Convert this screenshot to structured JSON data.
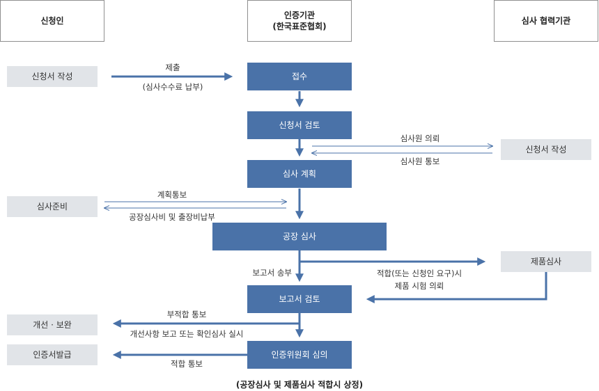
{
  "headers": {
    "applicant": "신청인",
    "certifier_line1": "인증기관",
    "certifier_line2": "(한국표준협회)",
    "partner": "심사 협력기관"
  },
  "applicant_boxes": {
    "write_application": "신청서 작성",
    "audit_prep": "심사준비",
    "improvement": "개선 · 보완",
    "certificate_issue": "인증서발급"
  },
  "process_steps": {
    "receipt": "접수",
    "application_review": "신청서 검토",
    "audit_plan": "심사 계획",
    "factory_audit": "공장 심사",
    "report_review": "보고서 검토",
    "committee_review": "인증위원회 심의"
  },
  "partner_boxes": {
    "write_application": "신청서 작성",
    "product_audit": "제품심사"
  },
  "flow_labels": {
    "submit": "제출",
    "fee_payment": "(심사수수료 납부)",
    "auditor_request": "심사원 의뢰",
    "auditor_notice": "심사원 통보",
    "plan_notice": "계획통보",
    "expense_payment": "공장심사비 및 출장비납부",
    "report_send": "보고서 송부",
    "conformity_line1": "적합(또는 신청인 요구)시",
    "conformity_line2": "제품 시험 의뢰",
    "nonconformity_notice": "부적합 통보",
    "improvement_action": "개선사항 보고 또는 확인심사 실시",
    "conformity_notice": "적합 통보"
  },
  "caption": "(공장심사 및 제품심사 적합시 상정)",
  "colors": {
    "process_box": "#4a72a8",
    "side_box": "#e1e4e8",
    "arrow": "#4a72a8",
    "header_border": "#8f8f8f"
  }
}
